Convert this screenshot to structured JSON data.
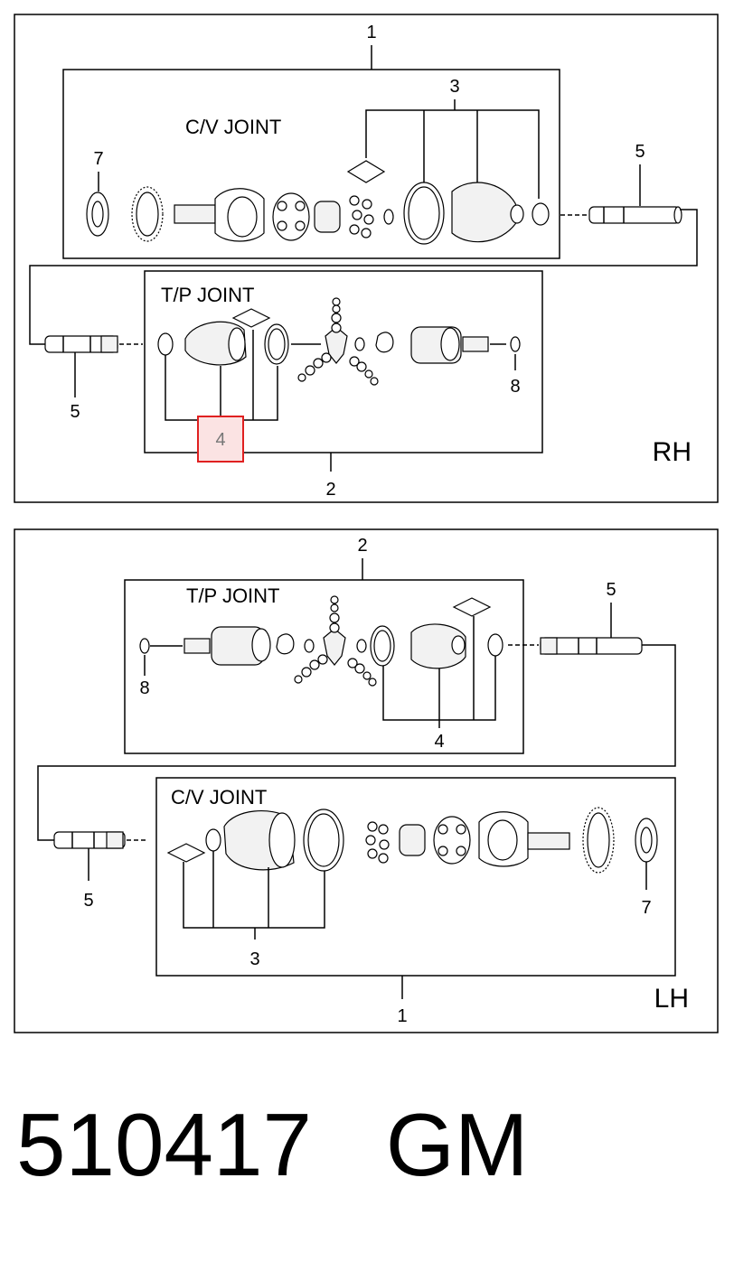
{
  "rh_panel": {
    "side_label": "RH",
    "cv_joint_title": "C/V JOINT",
    "tp_joint_title": "T/P JOINT",
    "callouts": {
      "assembly_cv": "1",
      "assembly_tp": "2",
      "boot_kit_cv": "3",
      "boot_kit_tp": "4",
      "shaft_right": "5",
      "shaft_left": "5",
      "ring": "7",
      "clip": "8"
    }
  },
  "lh_panel": {
    "side_label": "LH",
    "tp_joint_title": "T/P JOINT",
    "cv_joint_title": "C/V JOINT",
    "callouts": {
      "assembly_tp": "2",
      "assembly_cv": "1",
      "boot_kit_tp": "4",
      "boot_kit_cv": "3",
      "shaft_right": "5",
      "shaft_left": "5",
      "ring": "7",
      "clip": "8"
    }
  },
  "highlight": {
    "color": "#e02020",
    "fill": "#fbe3e3"
  },
  "caption": "510417   GM"
}
